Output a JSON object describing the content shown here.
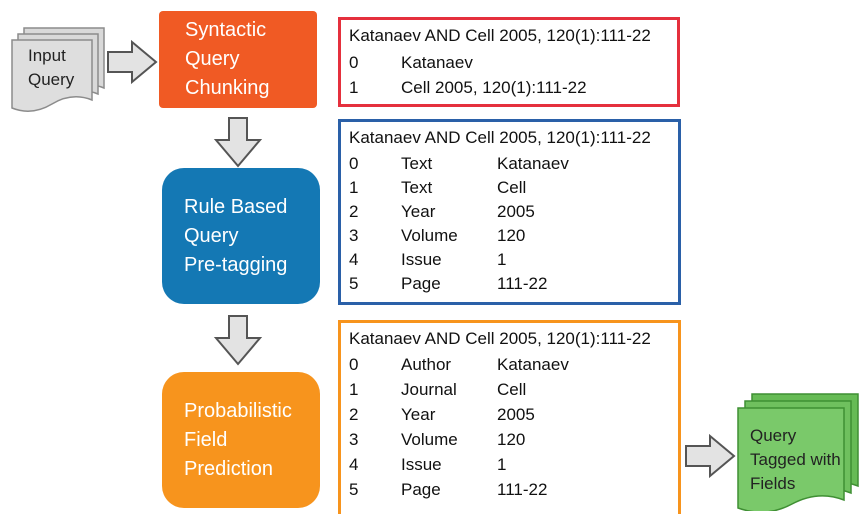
{
  "input": {
    "lines": [
      "Input",
      "Query"
    ]
  },
  "output": {
    "lines": [
      "Query",
      "Tagged with",
      "Fields"
    ]
  },
  "steps": [
    {
      "lines": [
        "Syntactic",
        "Query",
        "Chunking"
      ],
      "color": "#f05a24"
    },
    {
      "lines": [
        "Rule Based",
        "Query",
        "Pre-tagging"
      ],
      "color": "#1478b4"
    },
    {
      "lines": [
        "Probabilistic",
        "Field",
        "Prediction"
      ],
      "color": "#f7941d"
    }
  ],
  "panels": [
    {
      "border": "#e5303d",
      "query": "Katanaev AND Cell 2005, 120(1):111-22",
      "rows": [
        {
          "idx": "0",
          "type": "",
          "value": "Katanaev"
        },
        {
          "idx": "1",
          "type": "",
          "value": "Cell 2005, 120(1):111-22"
        }
      ]
    },
    {
      "border": "#2a60a8",
      "query": "Katanaev AND Cell 2005, 120(1):111-22",
      "rows": [
        {
          "idx": "0",
          "type": "Text",
          "value": "Katanaev"
        },
        {
          "idx": "1",
          "type": "Text",
          "value": "Cell"
        },
        {
          "idx": "2",
          "type": "Year",
          "value": "2005"
        },
        {
          "idx": "3",
          "type": "Volume",
          "value": "120"
        },
        {
          "idx": "4",
          "type": "Issue",
          "value": "1"
        },
        {
          "idx": "5",
          "type": "Page",
          "value": "111-22"
        }
      ]
    },
    {
      "border": "#f7941d",
      "query": "Katanaev AND Cell 2005, 120(1):111-22",
      "rows": [
        {
          "idx": "0",
          "type": "Author",
          "value": "Katanaev"
        },
        {
          "idx": "1",
          "type": "Journal",
          "value": "Cell"
        },
        {
          "idx": "2",
          "type": "Year",
          "value": "2005"
        },
        {
          "idx": "3",
          "type": "Volume",
          "value": "120"
        },
        {
          "idx": "4",
          "type": "Issue",
          "value": "1"
        },
        {
          "idx": "5",
          "type": "Page",
          "value": "111-22"
        }
      ]
    }
  ]
}
